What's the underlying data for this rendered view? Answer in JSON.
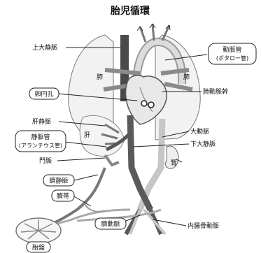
{
  "title": "胎児循環",
  "labels": {
    "svc": "上大静脈",
    "ductus_arteriosus_l1": "動脈管",
    "ductus_arteriosus_l2": "(ボタロー管)",
    "lung_left": "肺",
    "lung_right": "肺",
    "foramen_ovale": "卵円孔",
    "pulmonary_trunk": "肺動脈幹",
    "hepatic_vein": "肝静脈",
    "liver": "肝",
    "ductus_venosus_l1": "静脈管",
    "ductus_venosus_l2": "(アランチウス管)",
    "aorta": "大動脈",
    "ivc": "下大静脈",
    "portal_vein": "門脈",
    "kidney": "腎",
    "umbilical_vein": "臍静脈",
    "umbilical_cord": "臍帯",
    "umbilical_artery": "臍動脈",
    "internal_iliac_artery": "内腸骨動脈",
    "placenta": "胎盤"
  }
}
